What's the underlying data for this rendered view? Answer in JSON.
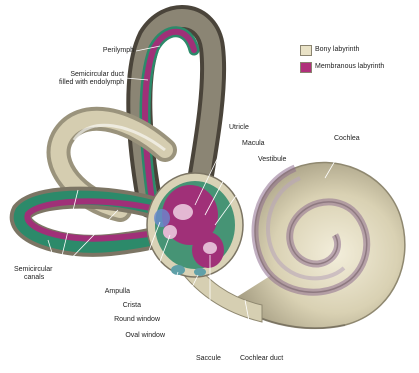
{
  "colors": {
    "bony": "#e9e2c6",
    "membranous": "#b0307b",
    "endolymph_fill": "#7b2d72",
    "perilymph_fill": "#2f8a6c",
    "leader": "#ffffff"
  },
  "legend": {
    "bony": "Bony labyrinth",
    "membranous": "Membranous labyrinth"
  },
  "labels": {
    "perilymph": "Perilymph",
    "semicircular_duct_l1": "Semicircular duct",
    "semicircular_duct_l2": "filled with endolymph",
    "utricle": "Utricle",
    "macula": "Macula",
    "vestibule": "Vestibule",
    "cochlea": "Cochlea",
    "semicircular_canals_l1": "Semicircular",
    "semicircular_canals_l2": "canals",
    "ampulla": "Ampulla",
    "crista": "Crista",
    "round_window": "Round window",
    "oval_window": "Oval window",
    "saccule": "Saccule",
    "cochlear_duct": "Cochlear duct"
  }
}
